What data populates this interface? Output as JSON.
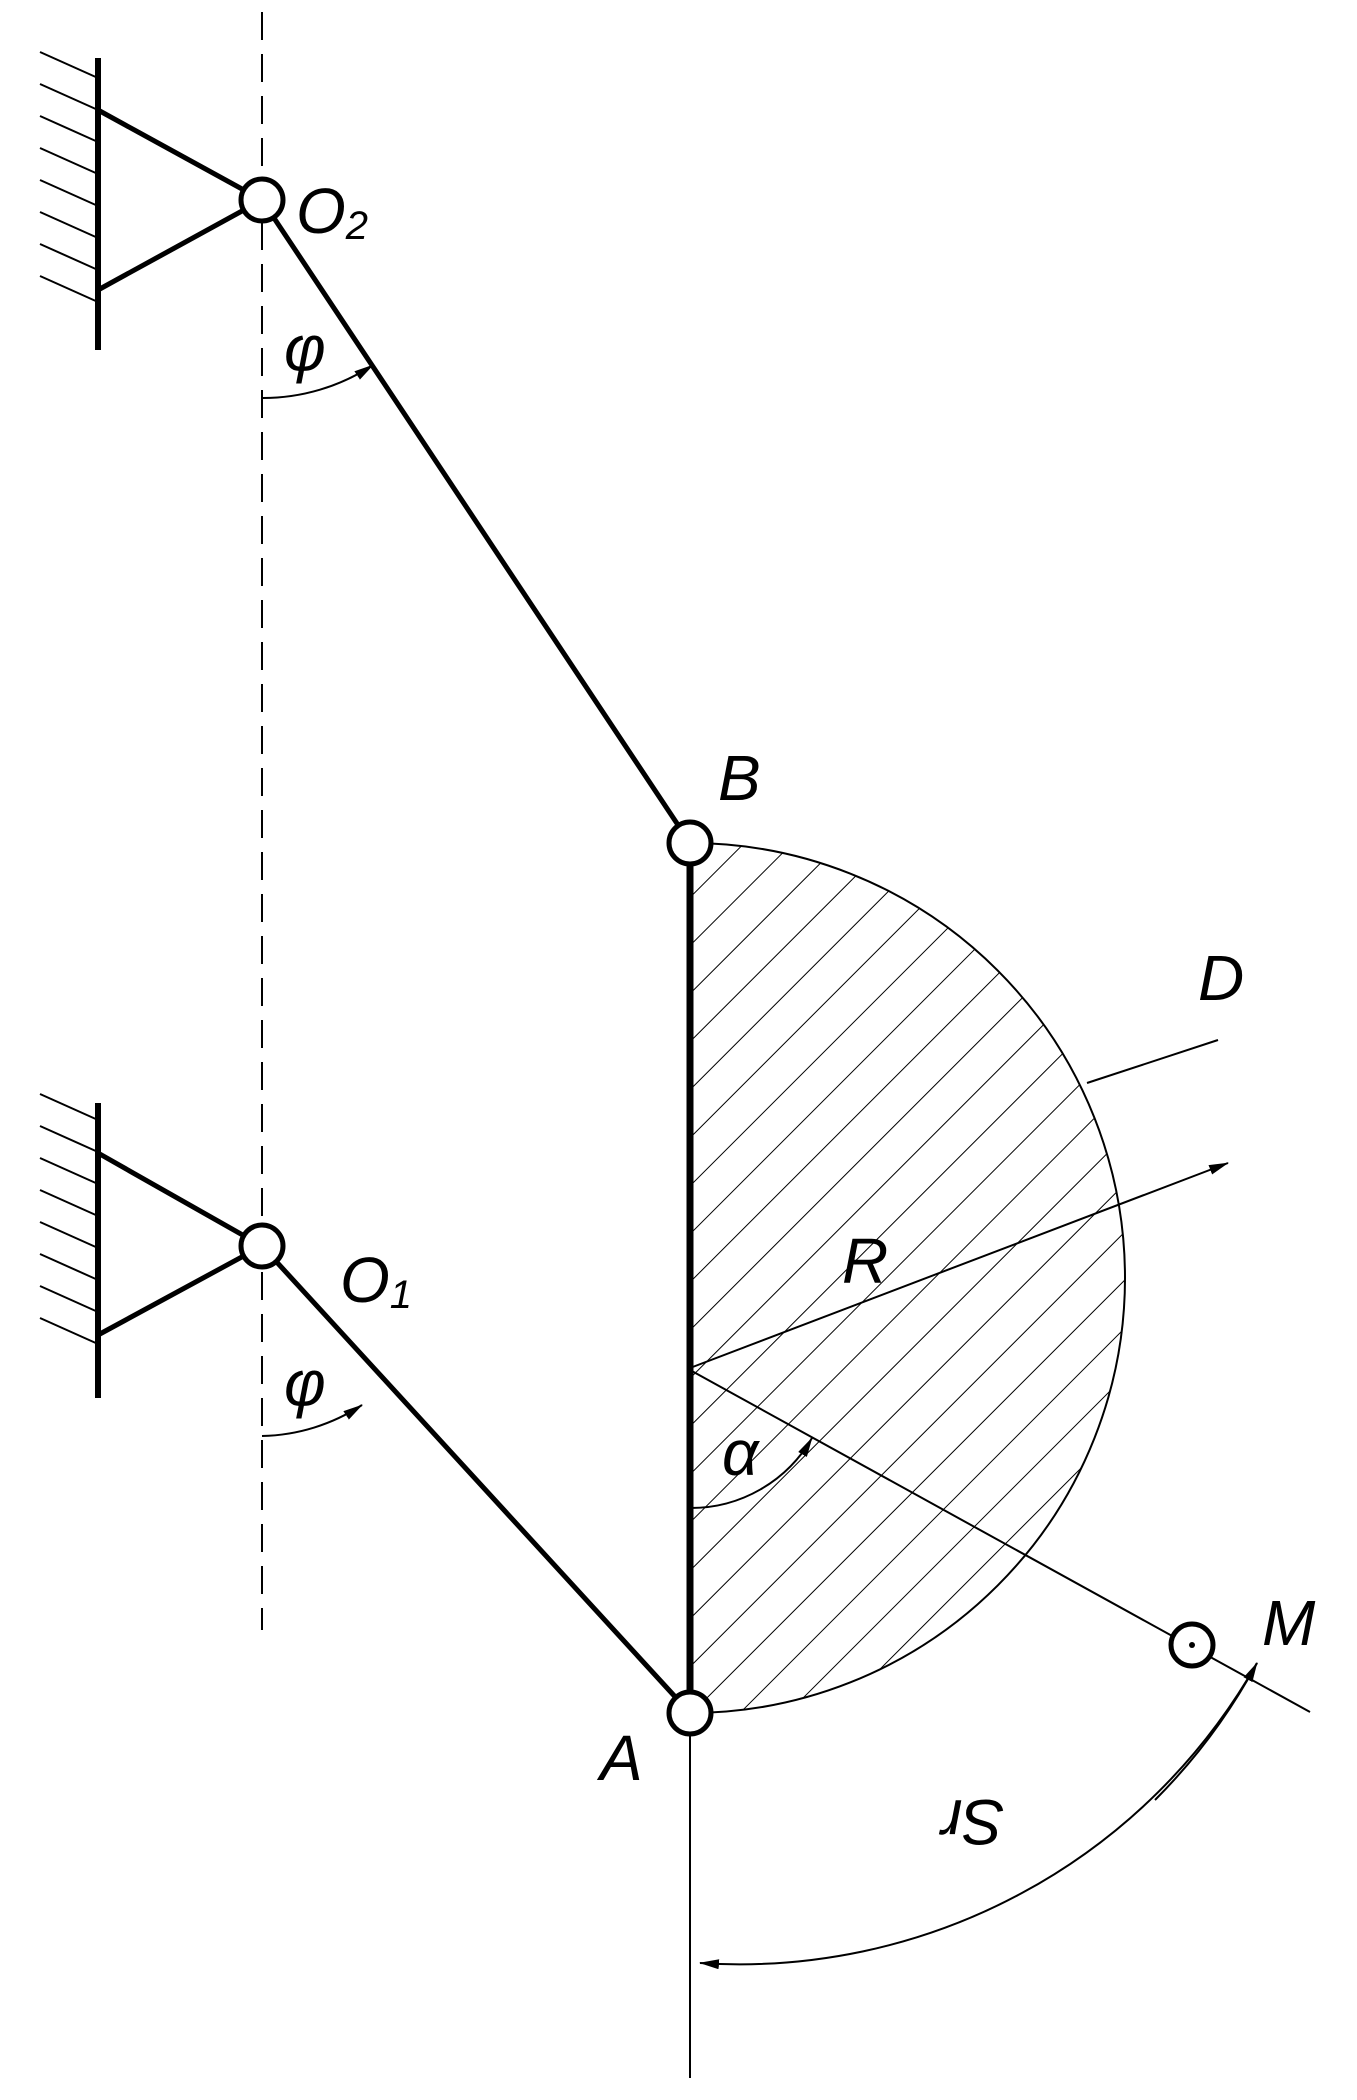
{
  "labels": {
    "o2_main": "O",
    "o2_sub": "2",
    "o1_main": "O",
    "o1_sub": "1",
    "phi_top": "φ",
    "phi_bottom": "φ",
    "point_b": "B",
    "point_a": "A",
    "point_d": "D",
    "point_m": "M",
    "radius": "R",
    "alpha": "α",
    "arc_sr": "Sr"
  },
  "colors": {
    "stroke": "#000000",
    "background": "#ffffff"
  }
}
